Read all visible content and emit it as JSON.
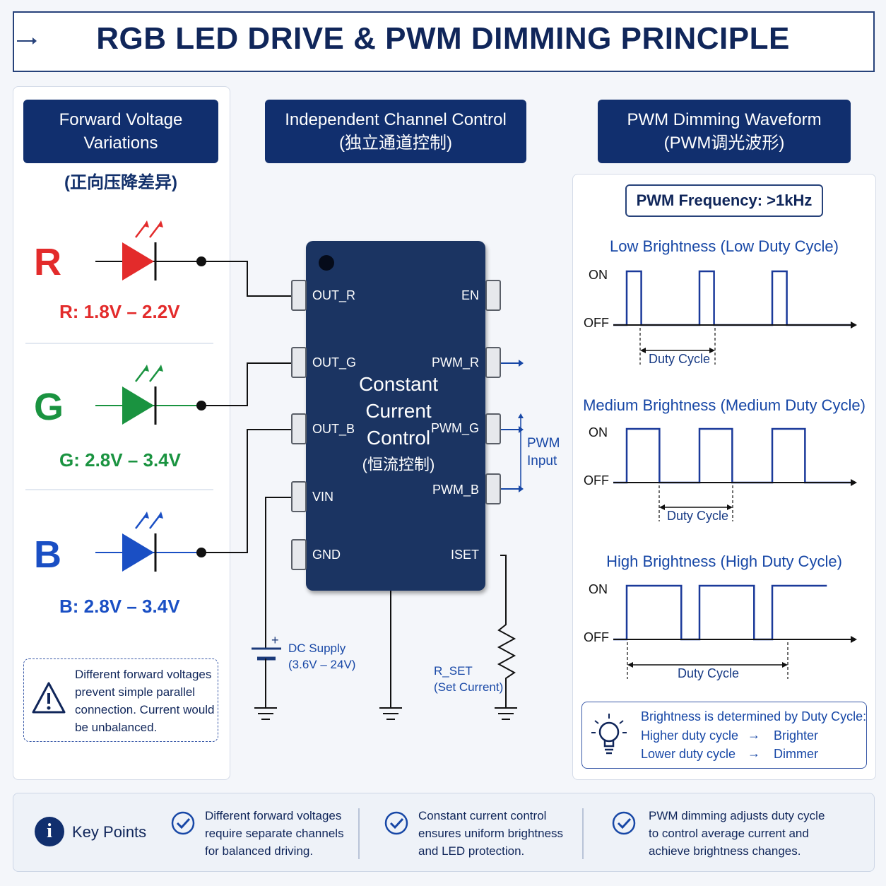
{
  "title": "RGB LED DRIVE & PWM DIMMING PRINCIPLE",
  "left": {
    "header": [
      "Forward Voltage",
      "Variations"
    ],
    "header_cn": "(正向压降差异)",
    "leds": [
      {
        "letter": "R",
        "range": "R: 1.8V – 2.2V",
        "color": "#e32b2b"
      },
      {
        "letter": "G",
        "range": "G: 2.8V – 3.4V",
        "color": "#1a9340"
      },
      {
        "letter": "B",
        "range": "B: 2.8V – 3.4V",
        "color": "#1a4fc4"
      }
    ],
    "note": [
      "Different forward voltages",
      "prevent simple parallel",
      "connection. Current would",
      "be unbalanced."
    ]
  },
  "middle": {
    "header": [
      "Independent Channel Control",
      "(独立通道控制)"
    ],
    "chip_text": [
      "Constant",
      "Current",
      "Control",
      "(恒流控制)"
    ],
    "pins_left": [
      "OUT_R",
      "OUT_G",
      "OUT_B",
      "VIN",
      "GND"
    ],
    "pins_right": [
      "EN",
      "PWM_R",
      "PWM_G",
      "PWM_B",
      "ISET"
    ],
    "pwm_input": [
      "PWM",
      "Input"
    ],
    "supply": [
      "DC Supply",
      "(3.6V – 24V)"
    ],
    "rset": [
      "R_SET",
      "(Set Current)"
    ],
    "plus": "+"
  },
  "right": {
    "header": [
      "PWM Dimming Waveform",
      "(PWM调光波形)"
    ],
    "frequency": "PWM Frequency: >1kHz",
    "waveforms": [
      {
        "title": "Low Brightness (Low Duty Cycle)",
        "duty": 0.2
      },
      {
        "title": "Medium Brightness (Medium Duty Cycle)",
        "duty": 0.45
      },
      {
        "title": "High Brightness (High Duty Cycle)",
        "duty": 0.75
      }
    ],
    "on_label": "ON",
    "off_label": "OFF",
    "duty_label": "Duty Cycle",
    "info": {
      "line1": "Brightness is determined by Duty Cycle:",
      "row1_left": "Higher duty cycle",
      "row1_right": "Brighter",
      "row2_left": "Lower duty cycle",
      "row2_right": "Dimmer",
      "arrow": "→"
    }
  },
  "key_points": {
    "label": "Key Points",
    "info_glyph": "i",
    "items": [
      [
        "Different forward voltages",
        "require separate channels",
        "for balanced driving."
      ],
      [
        "Constant current control",
        "ensures uniform brightness",
        "and LED protection."
      ],
      [
        "PWM dimming adjusts duty cycle",
        "to control average current and",
        "achieve brightness changes."
      ]
    ]
  }
}
